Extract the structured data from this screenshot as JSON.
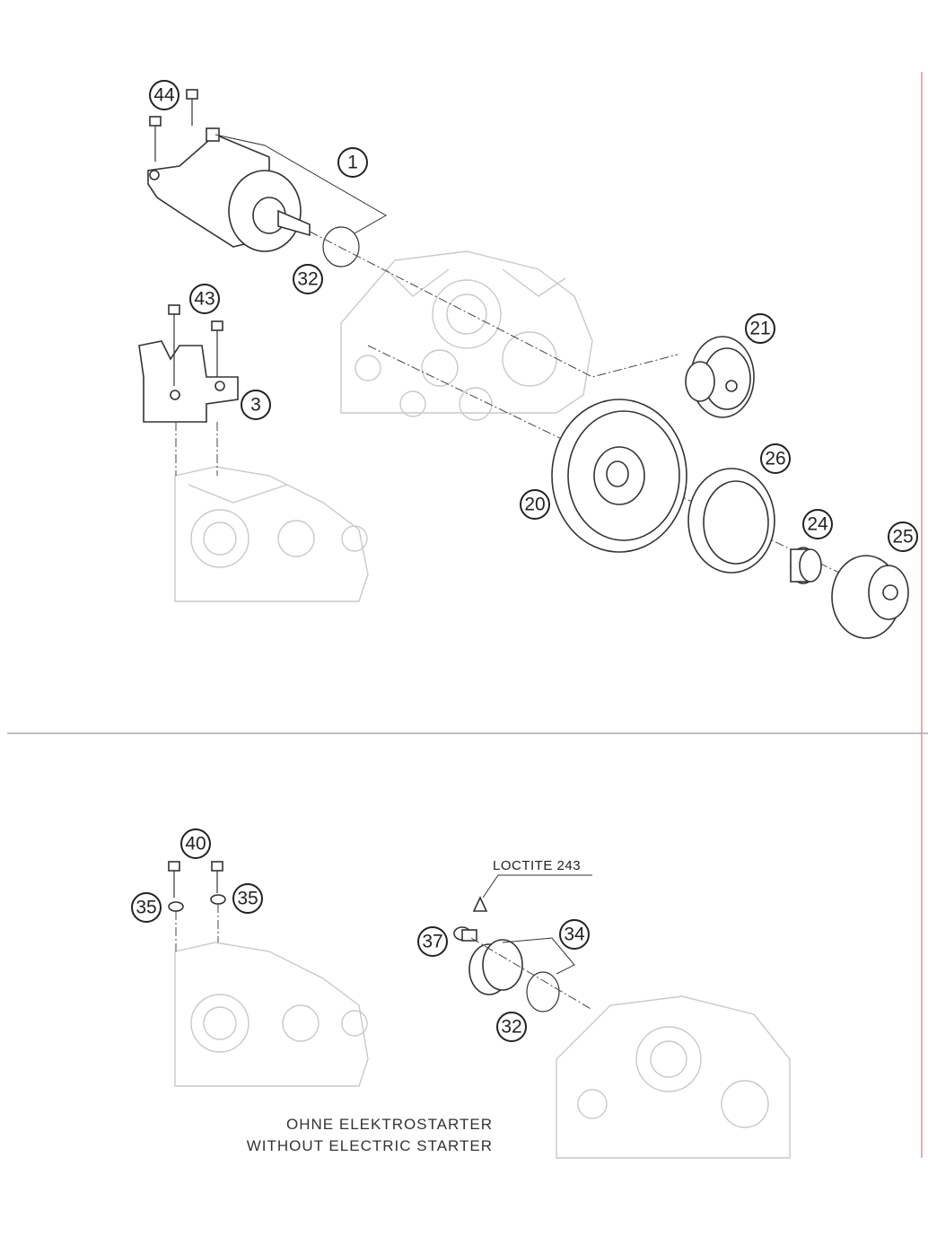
{
  "callouts": {
    "c44": "44",
    "c1": "1",
    "c32a": "32",
    "c43": "43",
    "c3": "3",
    "c21": "21",
    "c20": "20",
    "c26": "26",
    "c24": "24",
    "c25": "25",
    "c40": "40",
    "c35a": "35",
    "c35b": "35",
    "c37": "37",
    "c34": "34",
    "c32b": "32"
  },
  "notes": {
    "loctite": "LOCTITE 243"
  },
  "caption": {
    "line1": "OHNE ELEKTROSTARTER",
    "line2": "WITHOUT ELECTRIC STARTER"
  }
}
